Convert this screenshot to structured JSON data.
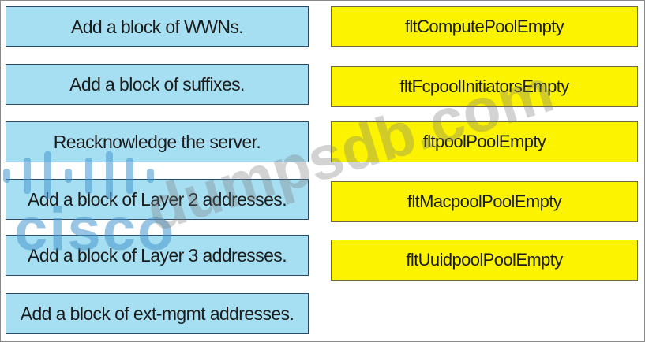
{
  "actions": [
    "Add a block of WWNs.",
    "Add a block of suffixes.",
    "Reacknowledge the server.",
    "Add a block of Layer 2 addresses.",
    "Add a block of  Layer 3 addresses.",
    "Add a block of ext-mgmt addresses."
  ],
  "faults": [
    "fltComputePoolEmpty",
    "fltFcpoolInitiatorsEmpty",
    "fltpoolPoolEmpty",
    "fltMacpoolPoolEmpty",
    "fltUuidpoolPoolEmpty"
  ],
  "watermark": {
    "logo_text": "cisco",
    "site_text": "dumpsdb.com"
  },
  "colors": {
    "action_fill": "#a6dff2",
    "fault_fill": "#fbf300"
  }
}
